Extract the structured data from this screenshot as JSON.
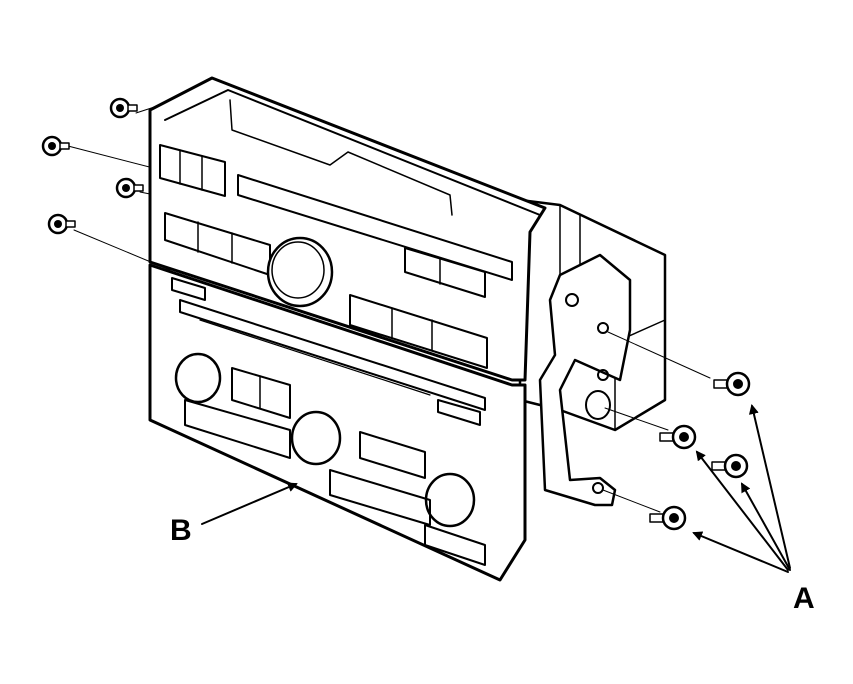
{
  "callouts": {
    "a": "A",
    "b": "B"
  },
  "parts": {
    "screws": [
      "screw-upper-left-1",
      "screw-upper-left-2",
      "screw-upper-left-3",
      "screw-upper-left-4",
      "screw-right-1",
      "screw-right-2",
      "screw-right-3",
      "screw-right-4"
    ],
    "unit": "audio-climate-control-unit",
    "bracket": "mounting-bracket"
  },
  "colors": {
    "ink": "#000000",
    "paper": "#ffffff"
  }
}
